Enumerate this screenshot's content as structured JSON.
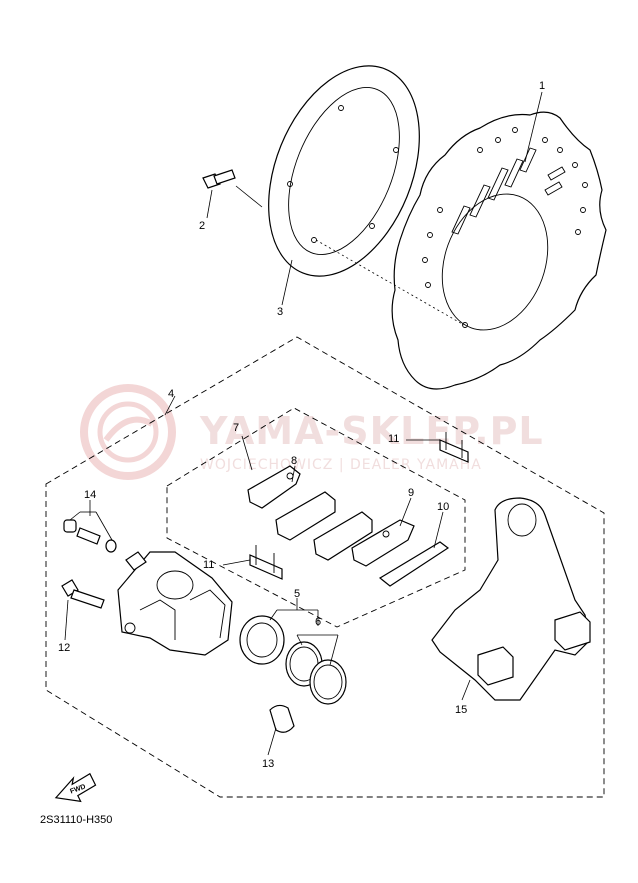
{
  "watermark": {
    "brand": "YAMA-SKLEP.PL",
    "owner": "WOJCIECHOWICZ | DEALER YAMAHA"
  },
  "diagram_code": "2S31110-H350",
  "fwd_label": "FWD",
  "callouts": [
    "1",
    "2",
    "3",
    "4",
    "5",
    "6",
    "7",
    "8",
    "9",
    "10",
    "11",
    "11",
    "12",
    "13",
    "14",
    "15"
  ],
  "colors": {
    "line": "#000000",
    "watermark": "#f1dede",
    "background": "#ffffff"
  }
}
